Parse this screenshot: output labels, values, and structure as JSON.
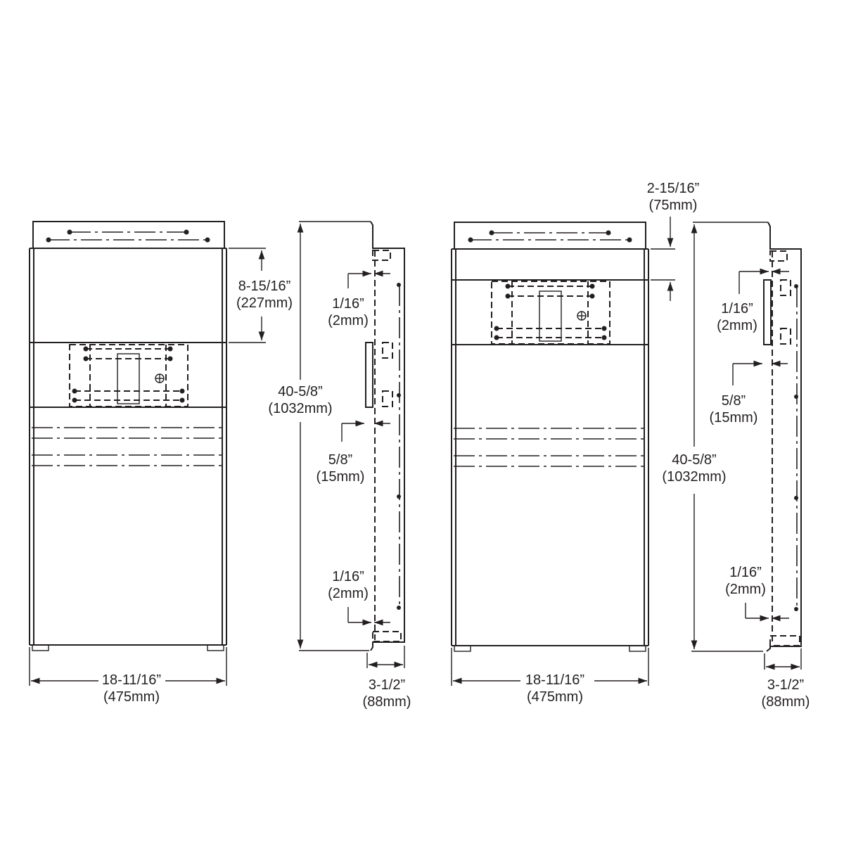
{
  "diagram": {
    "type": "technical dimension drawing",
    "views": [
      {
        "id": "view-1-front",
        "kind": "front elevation"
      },
      {
        "id": "view-1-side",
        "kind": "side elevation"
      },
      {
        "id": "view-2-front",
        "kind": "front elevation"
      },
      {
        "id": "view-2-side",
        "kind": "side elevation"
      }
    ],
    "dimensions": {
      "v1_top_section": {
        "imperial": "8-15/16”",
        "metric": "(227mm)"
      },
      "v1_height": {
        "imperial": "40-5/8”",
        "metric": "(1032mm)"
      },
      "v1_gap_top": {
        "imperial": "1/16”",
        "metric": "(2mm)"
      },
      "v1_recess": {
        "imperial": "5/8”",
        "metric": "(15mm)"
      },
      "v1_gap_bottom": {
        "imperial": "1/16”",
        "metric": "(2mm)"
      },
      "v1_width": {
        "imperial": "18-11/16”",
        "metric": "(475mm)"
      },
      "v1_depth": {
        "imperial": "3-1/2”",
        "metric": "(88mm)"
      },
      "v2_top_offset": {
        "imperial": "2-15/16”",
        "metric": "(75mm)"
      },
      "v2_height": {
        "imperial": "40-5/8”",
        "metric": "(1032mm)"
      },
      "v2_gap_top": {
        "imperial": "1/16”",
        "metric": "(2mm)"
      },
      "v2_recess": {
        "imperial": "5/8”",
        "metric": "(15mm)"
      },
      "v2_gap_bottom": {
        "imperial": "1/16”",
        "metric": "(2mm)"
      },
      "v2_width": {
        "imperial": "18-11/16”",
        "metric": "(475mm)"
      },
      "v2_depth": {
        "imperial": "3-1/2”",
        "metric": "(88mm)"
      }
    }
  }
}
